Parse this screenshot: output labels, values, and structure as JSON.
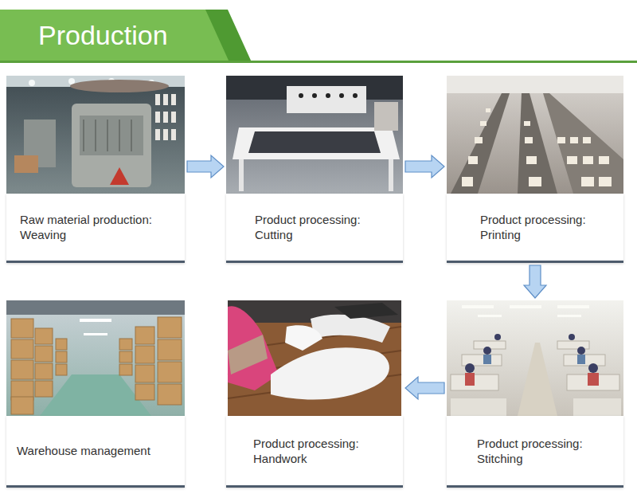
{
  "diagram": {
    "title": "Production",
    "nodes": [
      {
        "text": [
          "Raw material production: Weaving"
        ]
      },
      {
        "text": [
          "Product processing: Cutting"
        ]
      },
      {
        "text": [
          "Product processing: Printing"
        ]
      },
      {
        "text": [
          "Warehouse management"
        ]
      },
      {
        "text": [
          "Product processing: Handwork"
        ]
      },
      {
        "text": [
          "Product processing: Stitching"
        ]
      }
    ],
    "edges": [
      {
        "from": 0,
        "to": 1,
        "arrow": "to"
      },
      {
        "from": 1,
        "to": 2,
        "arrow": "to"
      },
      {
        "from": 2,
        "to": 5,
        "arrow": "to"
      },
      {
        "from": 5,
        "to": 4,
        "arrow": "to"
      }
    ]
  }
}
